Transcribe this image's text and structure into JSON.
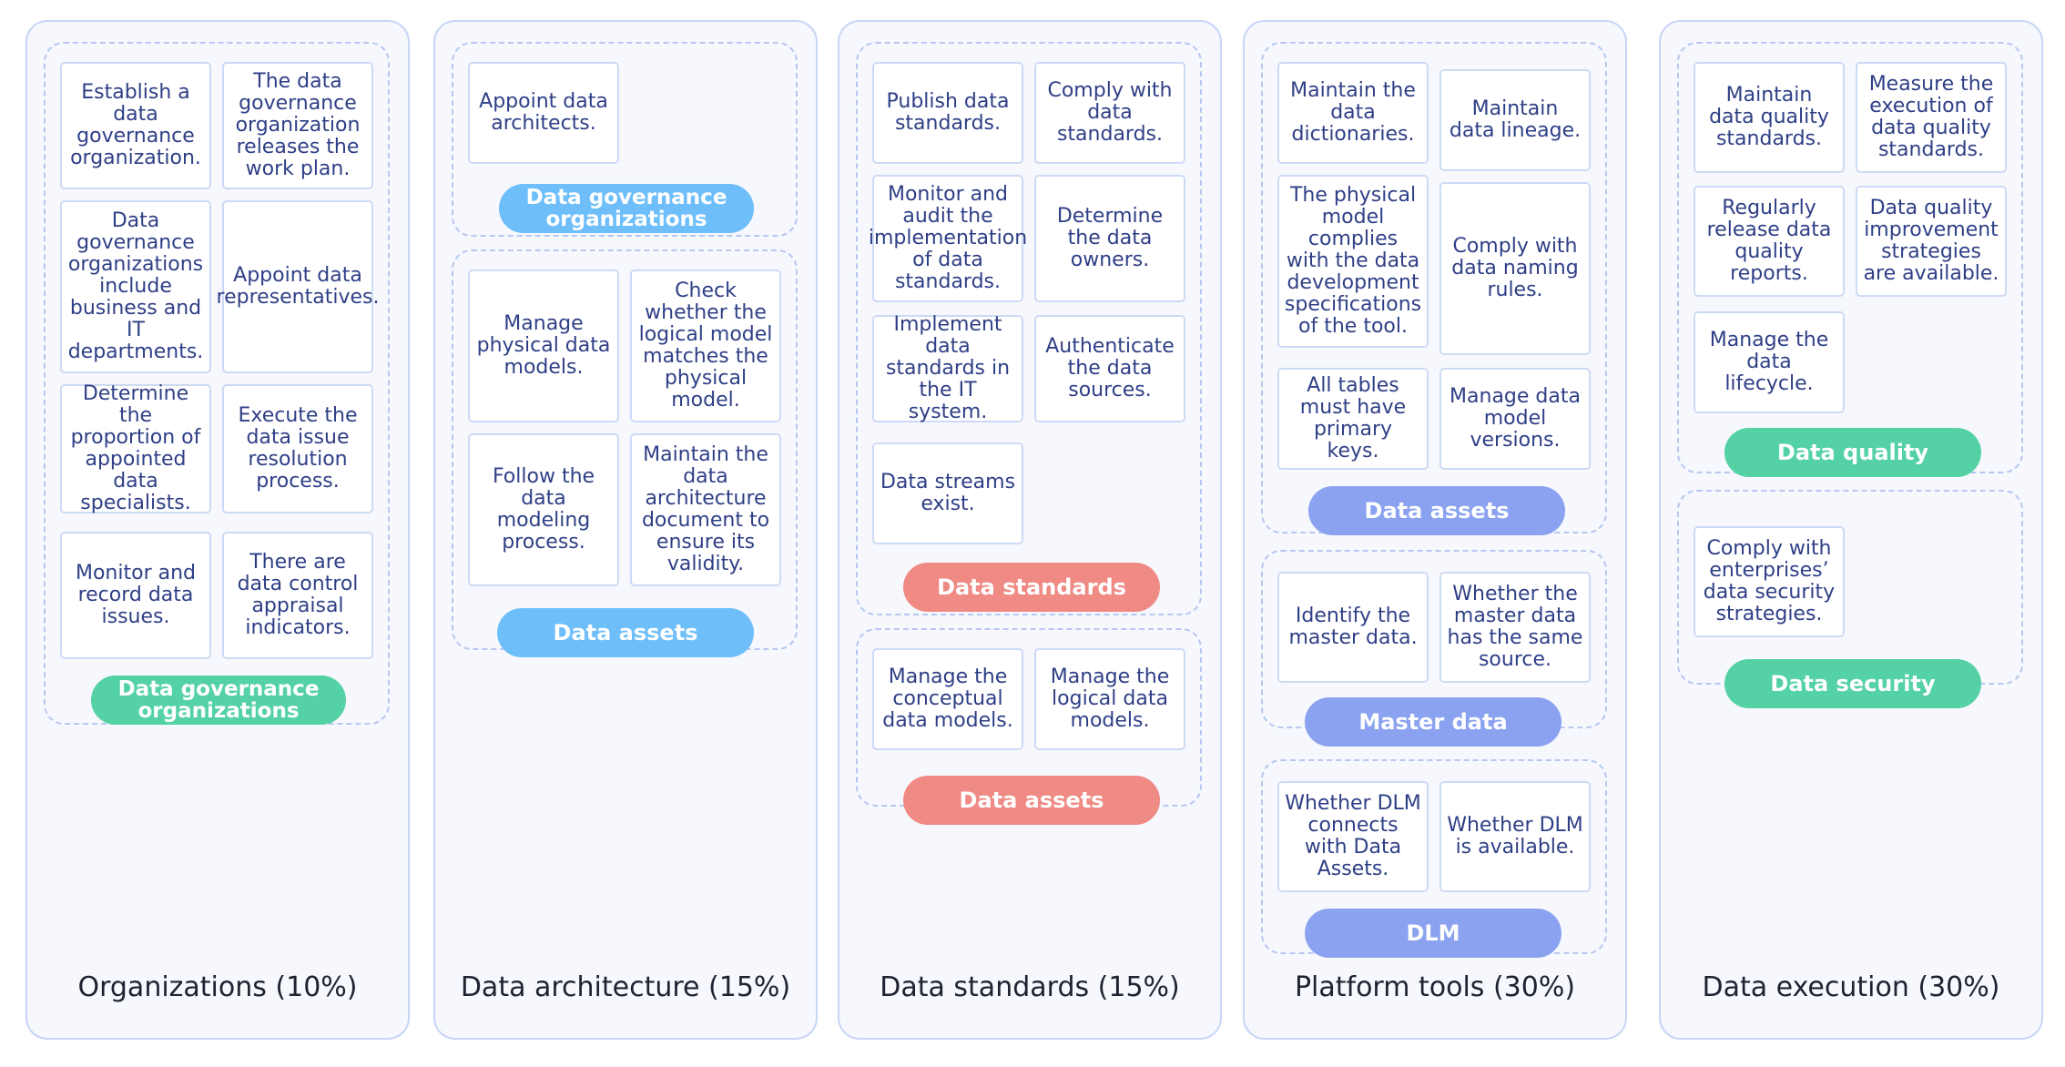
{
  "colors": {
    "green": "#54d1a5",
    "blue": "#6ebefa",
    "red": "#ef8a84",
    "purple": "#8aa2ef"
  },
  "columns": [
    {
      "title": "Organizations (10%)",
      "groups": [
        {
          "label": "Data governance organizations",
          "cards": [
            "Establish a data governance organization.",
            "The data governance organization releases the work plan.",
            "Data governance organizations include business and IT departments.",
            "Appoint data representatives.",
            "Determine the proportion of appointed data specialists.",
            "Execute the data issue resolution process.",
            "Monitor and record data issues.",
            "There are data control appraisal indicators."
          ]
        }
      ]
    },
    {
      "title": "Data architecture (15%)",
      "groups": [
        {
          "label": "Data governance organizations",
          "cards": [
            "Appoint data architects."
          ]
        },
        {
          "label": "Data assets",
          "cards": [
            "Manage physical data models.",
            "Check whether the logical model matches the physical model.",
            "Follow the data modeling process.",
            "Maintain the data architecture document to ensure its validity."
          ]
        }
      ]
    },
    {
      "title": "Data standards (15%)",
      "groups": [
        {
          "label": "Data standards",
          "cards": [
            "Publish data standards.",
            "Comply with data standards.",
            "Monitor and audit the implementation of data standards.",
            "Determine the data owners.",
            "Implement data standards in the IT system.",
            "Authenticate the data sources.",
            "Data streams exist."
          ]
        },
        {
          "label": "Data assets",
          "cards": [
            "Manage the conceptual data models.",
            "Manage the logical data models."
          ]
        }
      ]
    },
    {
      "title": "Platform tools (30%)",
      "groups": [
        {
          "label": "Data assets",
          "cards": [
            "Maintain the data dictionaries.",
            "Maintain data lineage.",
            "The physical model complies with the data development specifications of the tool.",
            "Comply with data naming rules.",
            "All tables must have primary keys.",
            "Manage data model versions."
          ]
        },
        {
          "label": "Master data",
          "cards": [
            "Identify the master data.",
            "Whether the master data has the same source."
          ]
        },
        {
          "label": "DLM",
          "cards": [
            "Whether DLM connects with Data Assets.",
            "Whether DLM is available."
          ]
        }
      ]
    },
    {
      "title": "Data execution (30%)",
      "groups": [
        {
          "label": "Data quality",
          "cards": [
            "Maintain data quality standards.",
            "Measure the execution of data quality standards.",
            "Regularly release data quality reports.",
            "Data quality improvement strategies are available.",
            "Manage the data lifecycle."
          ]
        },
        {
          "label": "Data security",
          "cards": [
            "Comply with enterprises’ data security strategies."
          ]
        }
      ]
    }
  ]
}
